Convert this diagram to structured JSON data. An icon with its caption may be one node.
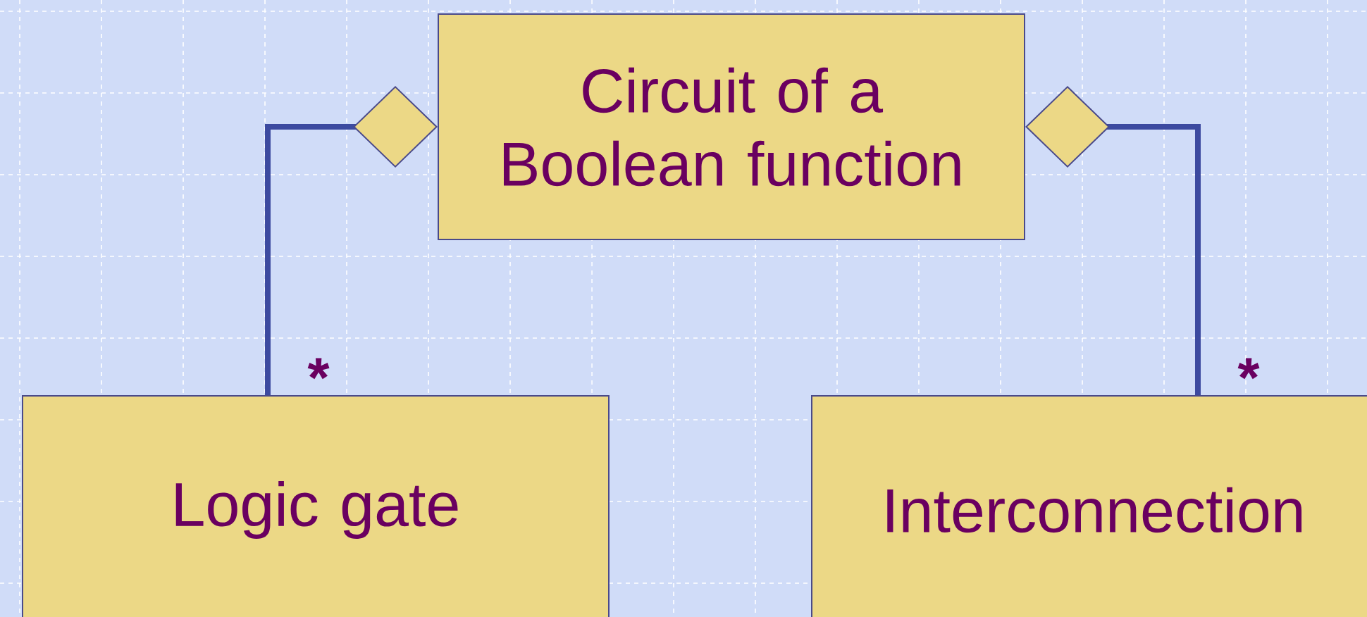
{
  "diagram": {
    "nodes": [
      {
        "text": [
          "Circuit of a Boolean function"
        ]
      },
      {
        "text": [
          "Logic gate"
        ]
      },
      {
        "text": [
          "Interconnection"
        ]
      }
    ],
    "edges": [
      {
        "from": 0,
        "to": 1,
        "arrow": "other",
        "label": "*"
      },
      {
        "from": 0,
        "to": 2,
        "arrow": "other",
        "label": "*"
      }
    ]
  }
}
